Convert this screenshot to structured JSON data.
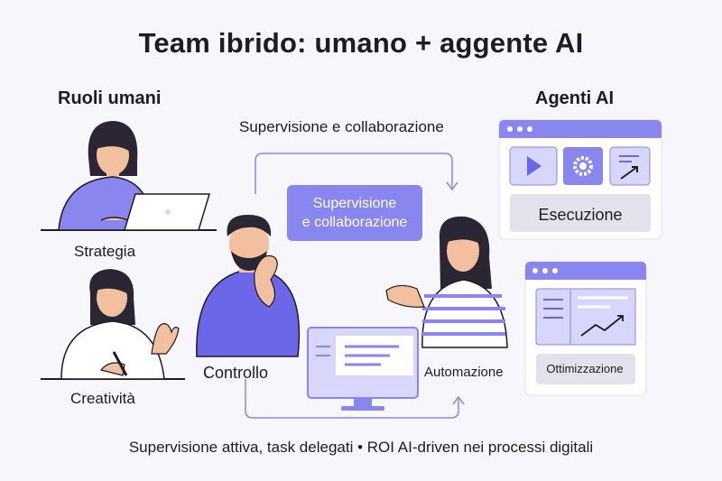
{
  "title": "Team ibrido: umano + aggente AI",
  "left_heading": "Ruoli umani",
  "right_heading": "Agenti AI",
  "supervision_top": "Supervisione e collaborazione",
  "supervision_box": {
    "line1": "Supervisione",
    "line2": "e collaborazione"
  },
  "human_roles": {
    "strategy": "Strategia",
    "creativity": "Creatività",
    "control": "Controllo"
  },
  "ai_roles": {
    "automation": "Automazione",
    "execution": "Esecuzione",
    "optimization": "Ottimizzazione"
  },
  "footer": "Supervisione attiva, task delegati • ROI AI-driven nei processi digitali",
  "colors": {
    "accent": "#8a86f0",
    "light": "#d8d6fb",
    "skin": "#f2c09e",
    "hair": "#2a2634"
  }
}
